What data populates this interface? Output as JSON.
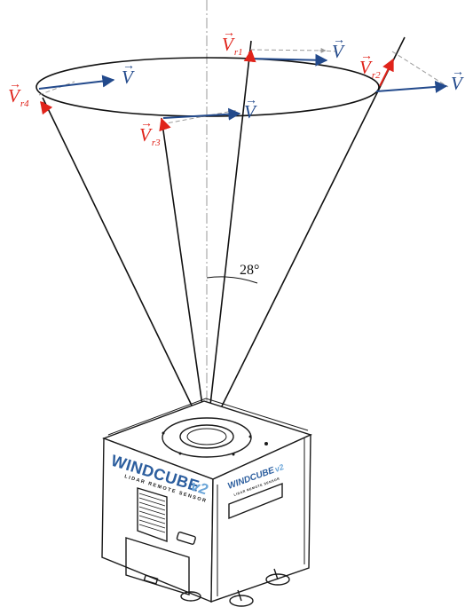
{
  "labels": {
    "v": "V",
    "vr_base": "V",
    "r_sub": "r",
    "n1": "1",
    "n2": "2",
    "n3": "3",
    "n4": "4",
    "angle": "28°",
    "arrow_glyph": "→"
  },
  "device": {
    "brand_front": "WINDCUBE",
    "brand_front_version": "v2",
    "tagline_front": "LIDAR REMOTE SENSOR",
    "brand_side": "WINDCUBE",
    "brand_side_version": "v2",
    "tagline_side": "LIDAR REMOTE SENSOR"
  },
  "colors": {
    "radial": "#e0231a",
    "wind": "#234a8c",
    "line": "#111111",
    "guide": "#9a9a9a"
  }
}
